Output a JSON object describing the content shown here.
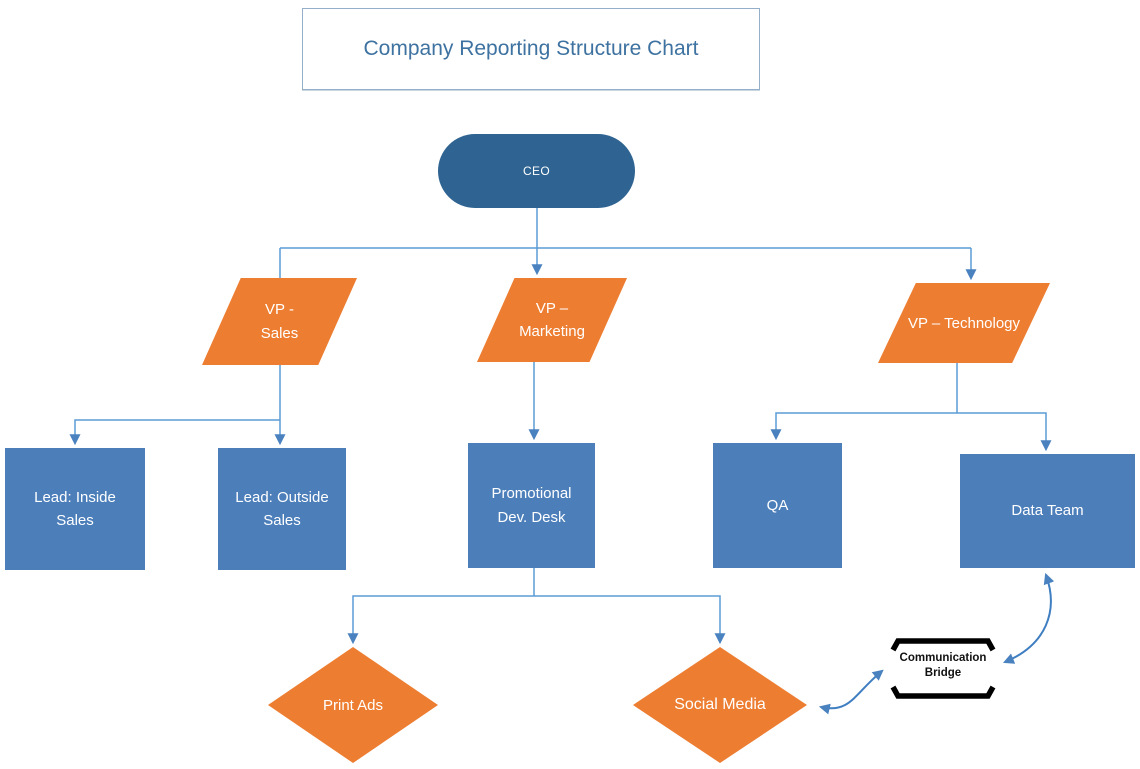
{
  "title": "Company Reporting Structure Chart",
  "nodes": {
    "ceo": {
      "label": "CEO"
    },
    "vp_sales": {
      "line1": "VP -",
      "line2": "Sales"
    },
    "vp_marketing": {
      "line1": "VP –",
      "line2": "Marketing"
    },
    "vp_technology": {
      "label": "VP – Technology"
    },
    "lead_inside_sales": {
      "line1": "Lead: Inside",
      "line2": "Sales"
    },
    "lead_outside_sales": {
      "line1": "Lead: Outside",
      "line2": "Sales"
    },
    "promotional_dev_desk": {
      "line1": "Promotional",
      "line2": "Dev. Desk"
    },
    "qa": {
      "label": "QA"
    },
    "data_team": {
      "label": "Data Team"
    },
    "print_ads": {
      "label": "Print Ads"
    },
    "social_media": {
      "label": "Social Media"
    },
    "communication_bridge": {
      "line1": "Communication",
      "line2": "Bridge"
    }
  },
  "colors": {
    "shape_orange": "#ED7D31",
    "shape_blue": "#4C7EBA",
    "ceo_blue": "#2F6492",
    "connector_blue": "#5B9BD5",
    "arrowhead_blue": "#4A82C0",
    "curved_arrow_blue": "#3F7EC1",
    "title_text": "#3E72A0",
    "bridge_text": "#111111"
  }
}
